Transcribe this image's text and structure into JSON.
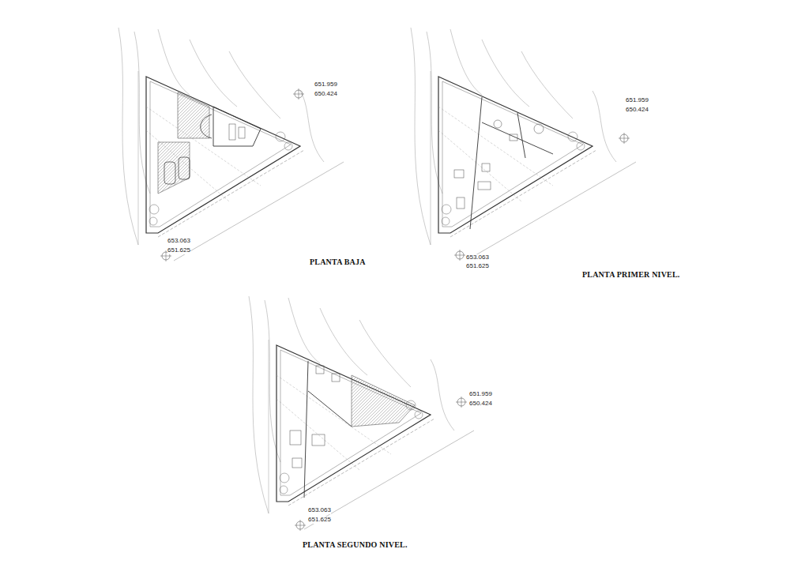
{
  "diagram": {
    "labels": [
      "651.959",
      "650.424",
      "653.063",
      "651.625",
      "PLANTA BAJA",
      "651.959",
      "650.424",
      "653.063",
      "651.625",
      "PLANTA PRIMER NIVEL.",
      "651.959",
      "650.424",
      "653.063",
      "651.625",
      "PLANTA SEGUNDO NIVEL."
    ]
  }
}
